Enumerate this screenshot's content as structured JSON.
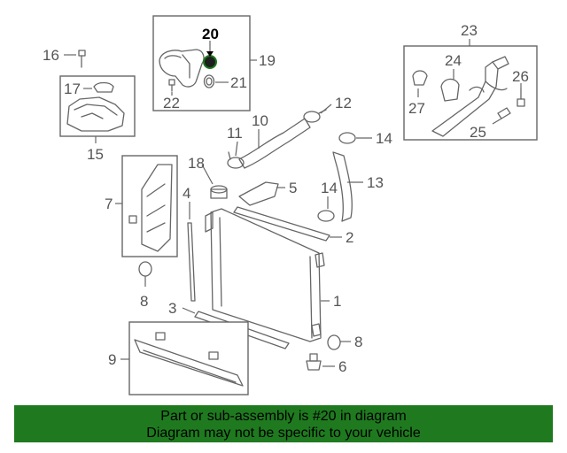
{
  "diagram": {
    "highlight_color": "#1f1f1f",
    "callouts": {
      "c1": "1",
      "c2": "2",
      "c3": "3",
      "c4": "4",
      "c5": "5",
      "c6": "6",
      "c7": "7",
      "c8a": "8",
      "c8b": "8",
      "c9": "9",
      "c10": "10",
      "c11": "11",
      "c12": "12",
      "c13": "13",
      "c14a": "14",
      "c14b": "14",
      "c15": "15",
      "c16": "16",
      "c17": "17",
      "c18": "18",
      "c19": "19",
      "c20": "20",
      "c21": "21",
      "c22": "22",
      "c23": "23",
      "c24": "24",
      "c25": "25",
      "c26": "26",
      "c27": "27"
    }
  },
  "banner": {
    "background": "#1f7a1f",
    "line1": "Part or sub-assembly is #20 in diagram",
    "line2": "Diagram may not be specific to your vehicle"
  }
}
